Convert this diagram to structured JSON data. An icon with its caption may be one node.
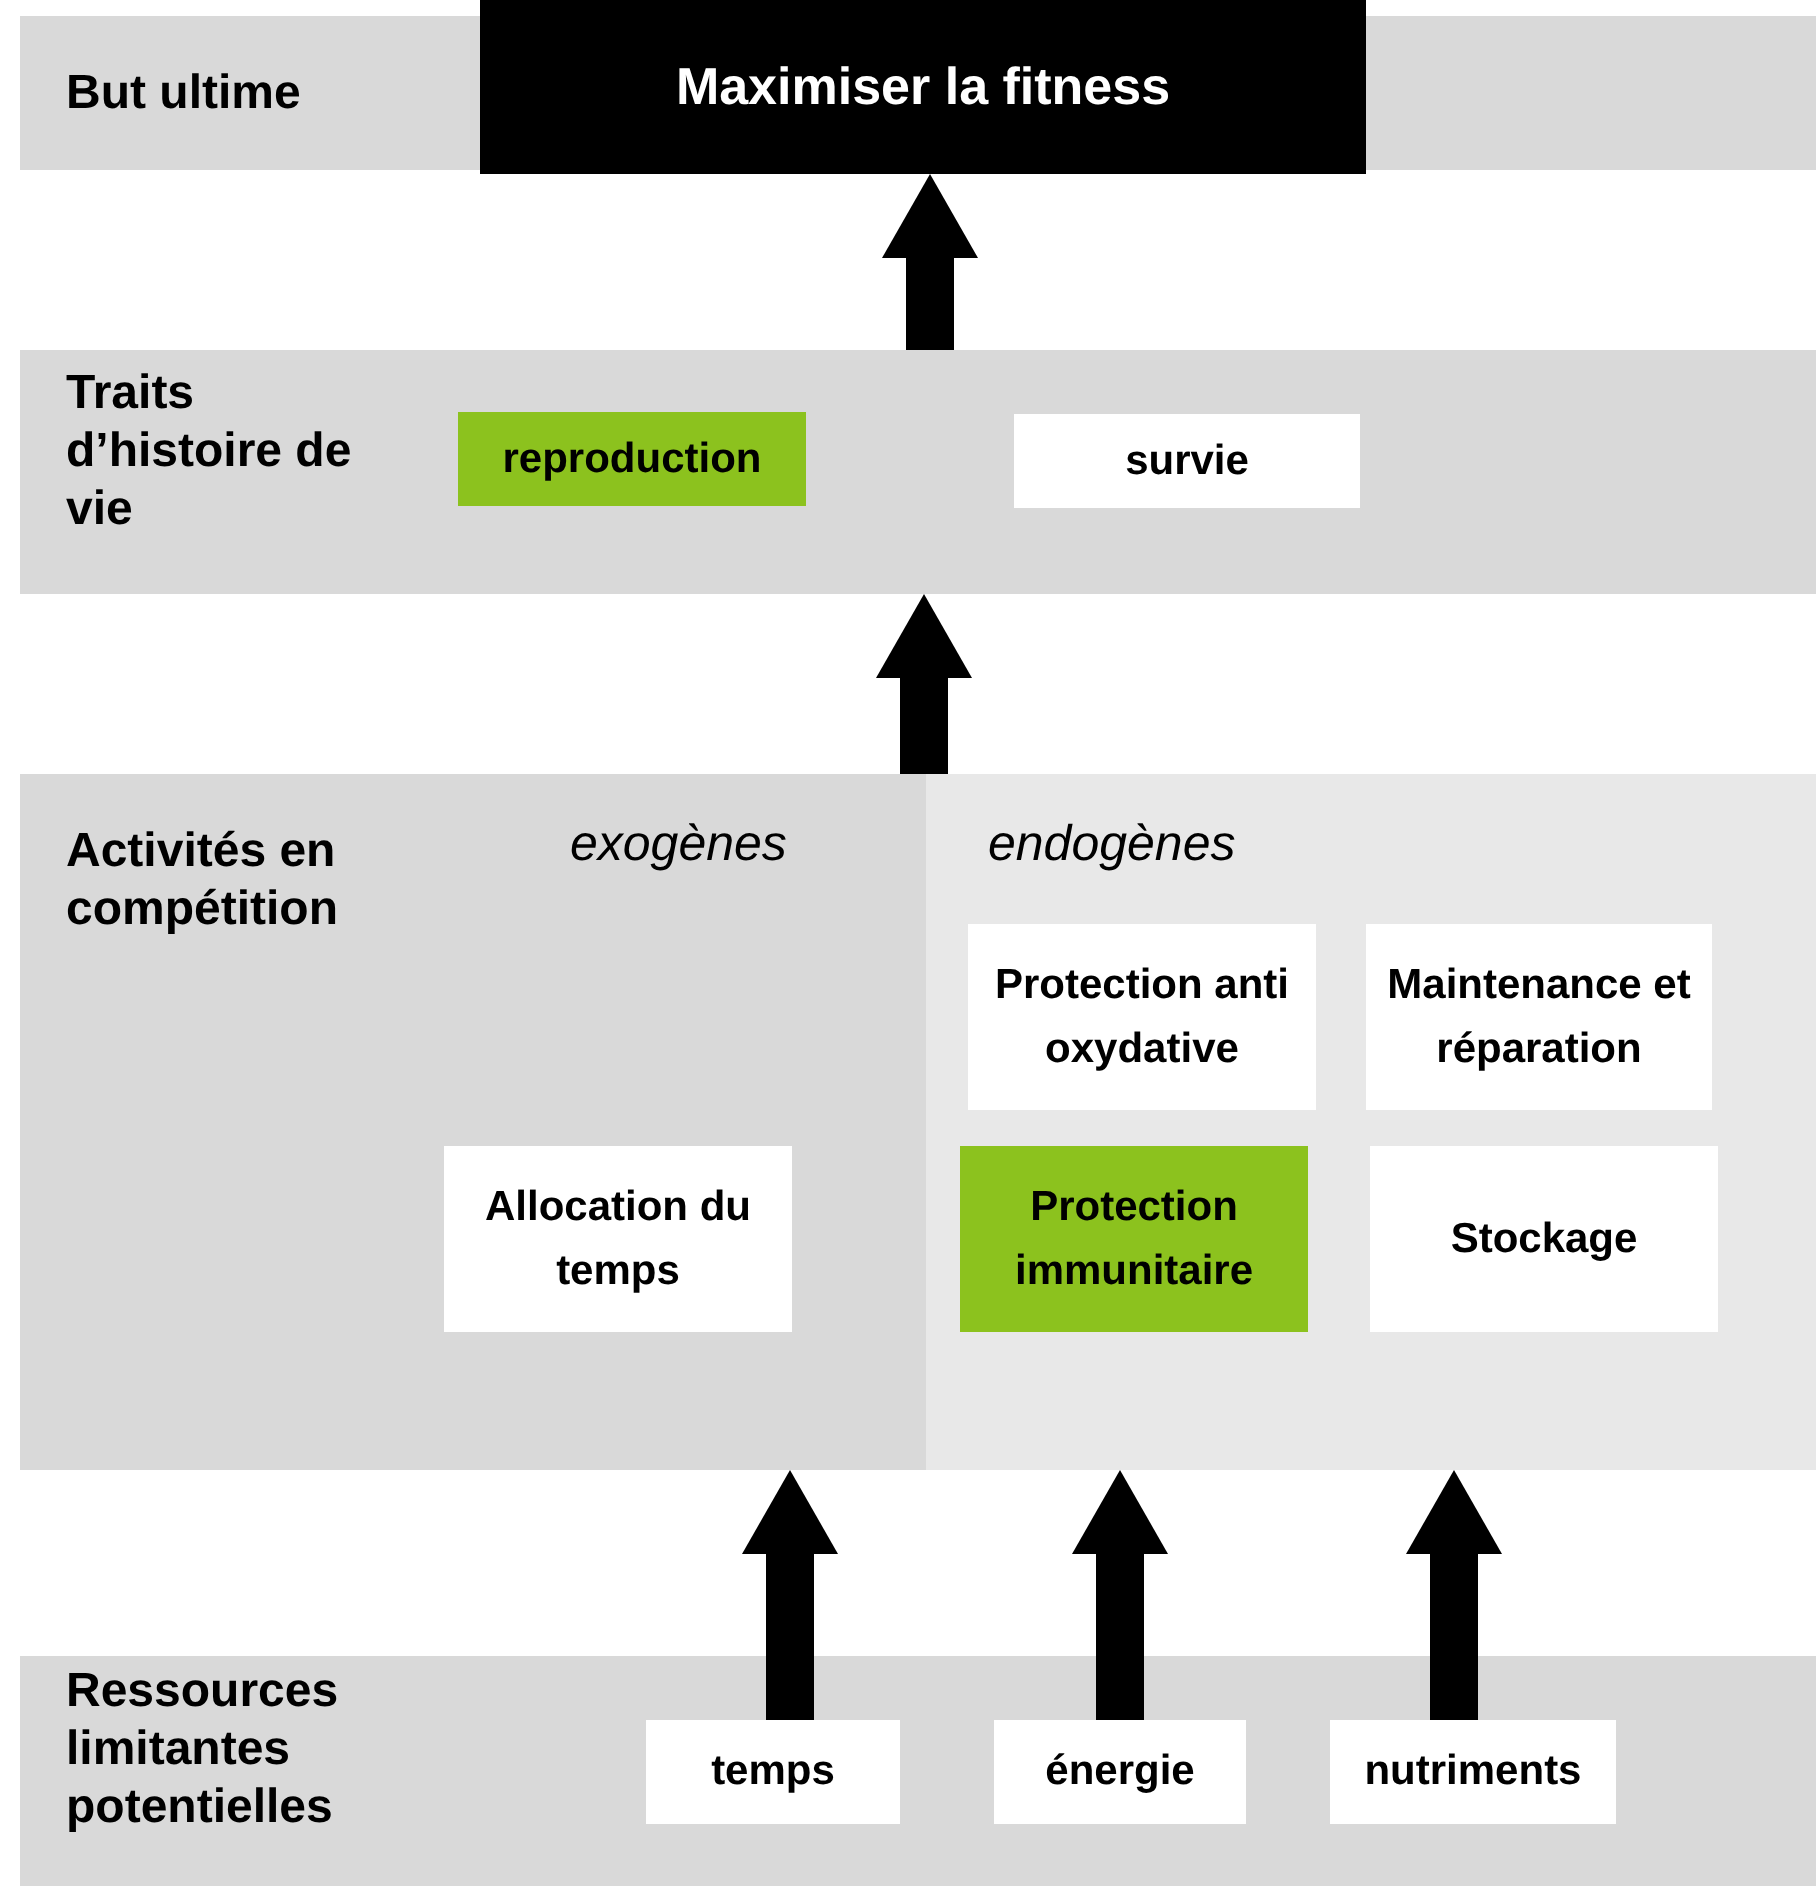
{
  "diagram": {
    "nodes": [
      {
        "text": [
          "But ultime"
        ]
      },
      {
        "text": [
          "Maximiser la fitness"
        ],
        "in": 0
      },
      {
        "text": [
          "Traits d’histoire de vie"
        ]
      },
      {
        "text": [
          "reproduction"
        ],
        "in": 2
      },
      {
        "text": [
          "survie"
        ],
        "in": 2
      },
      {
        "text": [
          "Activités en compétition"
        ]
      },
      {
        "text": [
          "exogènes"
        ],
        "in": 5
      },
      {
        "text": [
          "Allocation du temps"
        ],
        "in": 6
      },
      {
        "text": [
          "endogènes"
        ],
        "in": 5
      },
      {
        "text": [
          "Protection anti oxydative"
        ],
        "in": 8
      },
      {
        "text": [
          "Maintenance et réparation"
        ],
        "in": 8
      },
      {
        "text": [
          "Protection immunitaire"
        ],
        "in": 8
      },
      {
        "text": [
          "Stockage"
        ],
        "in": 8
      },
      {
        "text": [
          "Ressources limitantes potentielles"
        ]
      },
      {
        "text": [
          "temps"
        ],
        "in": 13
      },
      {
        "text": [
          "énergie"
        ],
        "in": 13
      },
      {
        "text": [
          "nutriments"
        ],
        "in": 13
      }
    ],
    "edges": [
      {
        "from": 2,
        "to": 1,
        "arrow": "to"
      },
      {
        "from": 5,
        "to": 2,
        "arrow": "to"
      },
      {
        "from": 14,
        "to": 6,
        "arrow": "to"
      },
      {
        "from": 15,
        "to": 8,
        "arrow": "to"
      },
      {
        "from": 16,
        "to": 8,
        "arrow": "to"
      }
    ]
  }
}
